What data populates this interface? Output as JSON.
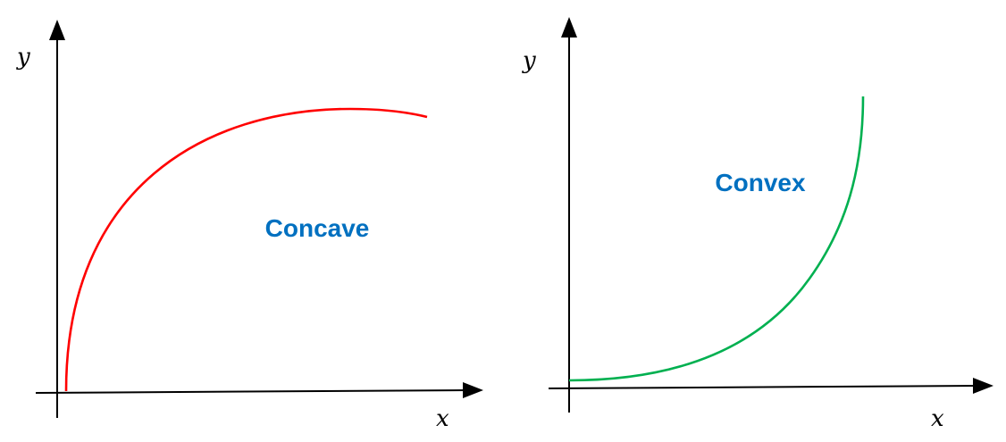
{
  "colors": {
    "axis": "#000000",
    "concave_curve": "#ff0000",
    "convex_curve": "#00b050",
    "label": "#0070c0"
  },
  "left_panel": {
    "curve_label": "Concave",
    "x_axis_label": "x",
    "y_axis_label": "y"
  },
  "right_panel": {
    "curve_label": "Convex",
    "x_axis_label": "x",
    "y_axis_label": "y"
  }
}
